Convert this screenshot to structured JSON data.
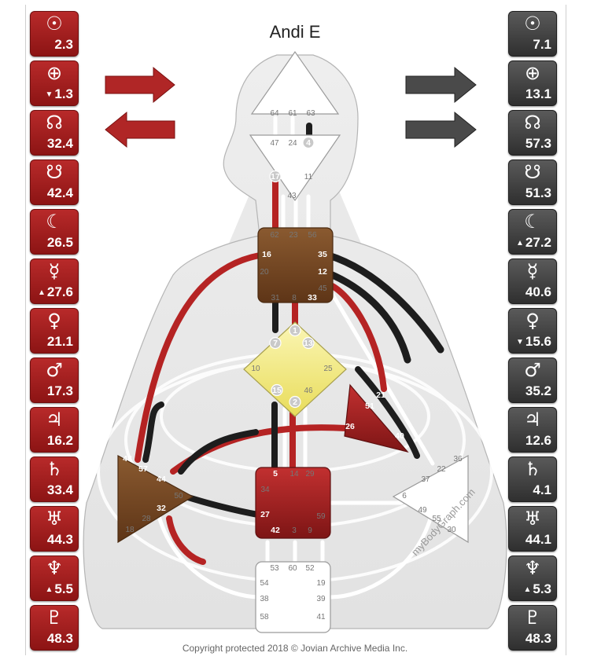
{
  "title": "Andi E",
  "colors": {
    "design": "#a52020",
    "personality": "#3d3d3d",
    "ego_brown": "#7a4a25",
    "g_yellow": "#f3ec8a",
    "root_red": "#a02323"
  },
  "design": [
    {
      "icon": "sun-icon",
      "glyph": "☉",
      "arrow": "",
      "value": "2.3"
    },
    {
      "icon": "earth-icon",
      "glyph": "⊕",
      "arrow": "▼",
      "value": "1.3"
    },
    {
      "icon": "north-node-icon",
      "glyph": "☊",
      "arrow": "",
      "value": "32.4"
    },
    {
      "icon": "south-node-icon",
      "glyph": "☋",
      "arrow": "",
      "value": "42.4"
    },
    {
      "icon": "moon-icon",
      "glyph": "☾",
      "arrow": "",
      "value": "26.5"
    },
    {
      "icon": "mercury-icon",
      "glyph": "☿",
      "arrow": "▲",
      "value": "27.6"
    },
    {
      "icon": "venus-icon",
      "glyph": "♀",
      "arrow": "",
      "value": "21.1"
    },
    {
      "icon": "mars-icon",
      "glyph": "♂",
      "arrow": "",
      "value": "17.3"
    },
    {
      "icon": "jupiter-icon",
      "glyph": "♃",
      "arrow": "",
      "value": "16.2"
    },
    {
      "icon": "saturn-icon",
      "glyph": "♄",
      "arrow": "",
      "value": "33.4"
    },
    {
      "icon": "uranus-icon",
      "glyph": "♅",
      "arrow": "",
      "value": "44.3"
    },
    {
      "icon": "neptune-icon",
      "glyph": "♆",
      "arrow": "▲",
      "value": "5.5"
    },
    {
      "icon": "pluto-icon",
      "glyph": "♇",
      "arrow": "",
      "value": "48.3"
    }
  ],
  "personality": [
    {
      "icon": "sun-icon",
      "glyph": "☉",
      "arrow": "",
      "value": "7.1"
    },
    {
      "icon": "earth-icon",
      "glyph": "⊕",
      "arrow": "",
      "value": "13.1"
    },
    {
      "icon": "north-node-icon",
      "glyph": "☊",
      "arrow": "",
      "value": "57.3"
    },
    {
      "icon": "south-node-icon",
      "glyph": "☋",
      "arrow": "",
      "value": "51.3"
    },
    {
      "icon": "moon-icon",
      "glyph": "☾",
      "arrow": "▲",
      "value": "27.2"
    },
    {
      "icon": "mercury-icon",
      "glyph": "☿",
      "arrow": "",
      "value": "40.6"
    },
    {
      "icon": "venus-icon",
      "glyph": "♀",
      "arrow": "▼",
      "value": "15.6"
    },
    {
      "icon": "mars-icon",
      "glyph": "♂",
      "arrow": "",
      "value": "35.2"
    },
    {
      "icon": "jupiter-icon",
      "glyph": "♃",
      "arrow": "",
      "value": "12.6"
    },
    {
      "icon": "saturn-icon",
      "glyph": "♄",
      "arrow": "",
      "value": "4.1"
    },
    {
      "icon": "uranus-icon",
      "glyph": "♅",
      "arrow": "",
      "value": "44.1"
    },
    {
      "icon": "neptune-icon",
      "glyph": "♆",
      "arrow": "▲",
      "value": "5.3"
    },
    {
      "icon": "pluto-icon",
      "glyph": "♇",
      "arrow": "",
      "value": "48.3"
    }
  ],
  "centers": {
    "head": [
      "64",
      "61",
      "63"
    ],
    "ajna": [
      "47",
      "24",
      "4",
      "17",
      "11",
      "43"
    ],
    "throat": [
      "62",
      "23",
      "56",
      "16",
      "35",
      "20",
      "12",
      "45",
      "31",
      "8",
      "33"
    ],
    "g": [
      "1",
      "7",
      "13",
      "10",
      "25",
      "15",
      "2",
      "46"
    ],
    "heart": [
      "21",
      "51",
      "26",
      "40"
    ],
    "sacral": [
      "5",
      "14",
      "29",
      "34",
      "27",
      "59",
      "42",
      "3",
      "9"
    ],
    "spleen": [
      "48",
      "57",
      "44",
      "50",
      "32",
      "28",
      "18"
    ],
    "solar_plexus": [
      "36",
      "22",
      "37",
      "6",
      "49",
      "55",
      "30"
    ],
    "root": [
      "53",
      "60",
      "52",
      "54",
      "19",
      "38",
      "39",
      "58",
      "41"
    ]
  },
  "branding": "myBodyGraph.com",
  "copyright": "Copyright protected 2018 © Jovian Archive Media Inc."
}
